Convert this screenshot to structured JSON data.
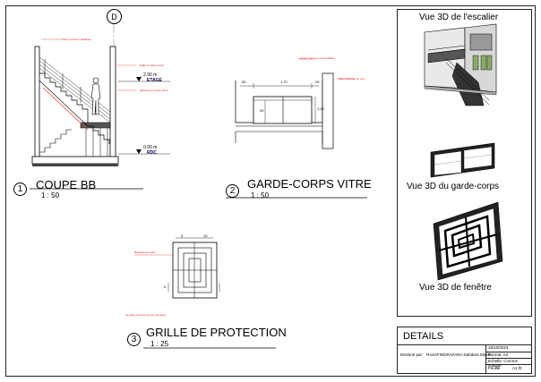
{
  "grid_marker": "D",
  "views": {
    "coupe": {
      "number": "1",
      "title": "COUPE BB",
      "scale": "1 : 50",
      "level_top": "2.90 m",
      "level_top_name": "ETAGE",
      "level_bottom": "0.00 m",
      "level_bottom_name": "RDC"
    },
    "garde_corps": {
      "number": "2",
      "title": "GARDE-CORPS VITRE",
      "scale": "1 : 50",
      "dims": [
        "50",
        "1.70",
        "25",
        "90",
        "1.00"
      ]
    },
    "grille": {
      "number": "3",
      "title": "GRILLE DE PROTECTION",
      "scale": "1 : 25",
      "dims": [
        "5",
        "10",
        "5"
      ]
    }
  },
  "right_panel": {
    "stair_label": "Vue 3D de l'escalier",
    "guard_label": "Vue 3D du garde-corps",
    "window_label": "Vue 3D de fenêtre"
  },
  "title_block": {
    "heading": "DETAILS",
    "date": "18/10/2024",
    "drawn_by_label": "Dessiné par:",
    "drawn_by": "RAZAFINDRAFARA Dahdara Elevin",
    "format": "Format: A3",
    "scale_note": "Echelle: Comme indiqué",
    "sheet_label": "Feuille",
    "sheet": "A1 f0"
  }
}
